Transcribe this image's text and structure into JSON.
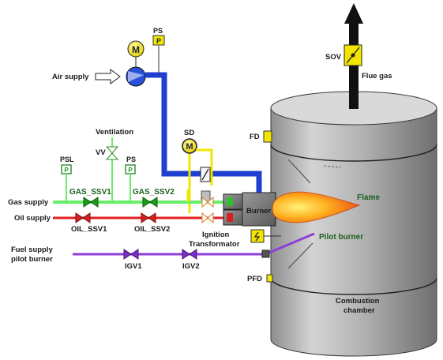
{
  "labels": {
    "sov": "SOV",
    "flue_gas": "Flue gas",
    "ps_top": "PS",
    "air_supply": "Air supply",
    "fd": "FD",
    "ventilation": "Ventilation",
    "vv": "VV",
    "sd": "SD",
    "psl": "PSL",
    "ps_gas": "PS",
    "gas_ssv1": "GAS_SSV1",
    "gas_ssv2": "GAS_SSV2",
    "gas_supply": "Gas supply",
    "oil_supply": "Oil supply",
    "oil_ssv1": "OIL_SSV1",
    "oil_ssv2": "OIL_SSV2",
    "burner": "Burner",
    "flame": "Flame",
    "ignition_transformator": [
      "Ignition",
      "Transformator"
    ],
    "pilot_burner": "Pilot burner",
    "fuel_supply_pilot": [
      "Fuel supply",
      "pilot burner"
    ],
    "igv1": "IGV1",
    "igv2": "IGV2",
    "pfd": "PFD",
    "combustion_chamber": [
      "Combustion",
      "chamber"
    ]
  },
  "symbols": {
    "motor": "M",
    "pressure": "P"
  },
  "colors": {
    "gas_line": "#66ee66",
    "oil_line": "#e02020",
    "air_duct": "#1f3fd0",
    "pilot_line": "#8f3fd8",
    "instrument_box": "#f2e600",
    "chamber_body": "#b8b8b8",
    "burner_box": "#7a7a7a"
  }
}
